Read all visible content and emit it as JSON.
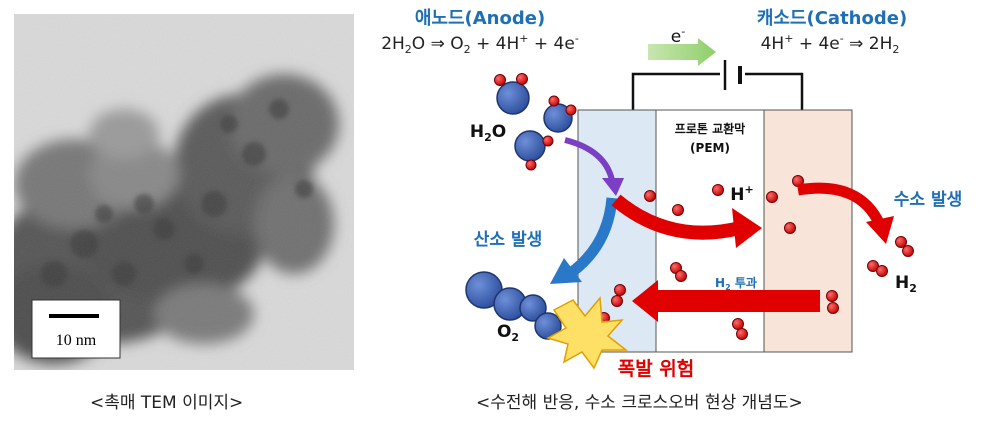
{
  "tem_panel": {
    "scale_label": "10 nm",
    "caption": "<촉매 TEM 이미지>"
  },
  "diagram": {
    "anode_title": "애노드(Anode)",
    "anode_reaction": {
      "l1": "2H",
      "s1": "2",
      "l2": "O ⇒ O",
      "s2": "2",
      "l3": " + 4H",
      "sp1": "+",
      "l4": " + 4e",
      "sp2": "-"
    },
    "cathode_title": "캐소드(Cathode)",
    "cathode_reaction": {
      "l1": "4H",
      "sp1": "+",
      "l2": " + 4e",
      "sp2": "-",
      "l3": " ⇒ 2H",
      "s1": "2"
    },
    "electron": {
      "base": "e",
      "sup": "-"
    },
    "pem": {
      "line1": "프로톤 교환막",
      "line2": "(PEM)"
    },
    "water": {
      "base": "H",
      "sub": "2",
      "tail": "O"
    },
    "proton": {
      "base": "H",
      "sup": "+"
    },
    "oxygen_label": "산소 발생",
    "o2": {
      "base": "O",
      "sub": "2"
    },
    "hydrogen_label": "수소 발생",
    "h2": {
      "base": "H",
      "sub": "2"
    },
    "h2_crossover": {
      "base": "H",
      "sub": "2",
      "tail": " 투과"
    },
    "danger_label": "폭발 위험",
    "caption": "<수전해 반응, 수소 크로스오버 현상 개념도>"
  },
  "colors": {
    "title_blue": "#1f6fb5",
    "danger_red": "#e00000",
    "anode_fill": "#dce8f4",
    "cathode_fill": "#f8e4d8",
    "molecule_blue": "#3d63b8",
    "atom_red": "#d91a1a"
  }
}
